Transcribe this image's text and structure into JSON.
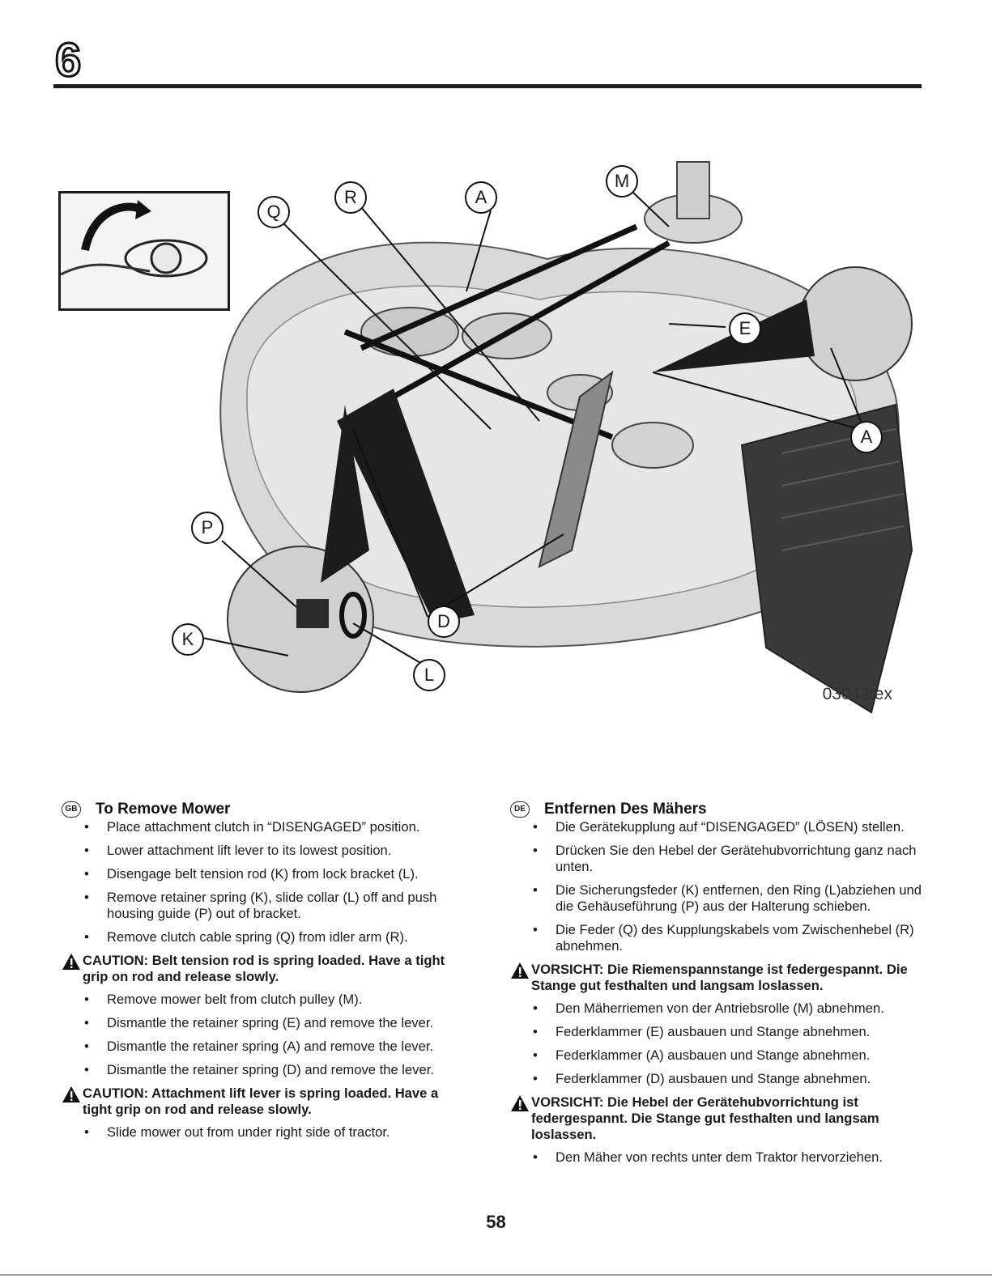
{
  "chapter": "6",
  "figure": {
    "code": "03042tex",
    "callouts": [
      "Q",
      "R",
      "A",
      "M",
      "E",
      "A",
      "P",
      "K",
      "D",
      "L"
    ]
  },
  "left": {
    "lang": "GB",
    "title": "To Remove Mower",
    "bullets1": [
      "Place attachment clutch in “DISENGAGED” position.",
      "Lower attachment lift lever to its lowest position.",
      "Disengage belt tension rod (K) from lock bracket (L).",
      "Remove retainer spring (K), slide collar (L) off and push housing guide (P) out of bracket.",
      "Remove clutch cable spring (Q) from idler arm (R)."
    ],
    "caution1": "CAUTION: Belt tension rod is spring loaded. Have a tight grip on rod and release slowly.",
    "bullets2": [
      "Remove mower belt from clutch pulley (M).",
      "Dismantle the retainer spring (E) and remove the lever.",
      "Dismantle the retainer spring (A) and remove the lever.",
      "Dismantle the retainer spring (D) and remove the lever."
    ],
    "caution2": "CAUTION: Attachment lift lever is spring loaded. Have a tight grip on rod and release slowly.",
    "bullets3": [
      "Slide mower out from under right side of tractor."
    ]
  },
  "right": {
    "lang": "DE",
    "title": "Entfernen Des Mähers",
    "bullets1": [
      "Die Gerätekupplung auf “DISENGAGED” (LÖSEN) stellen.",
      "Drücken Sie den Hebel der Gerätehubvorrichtung ganz nach unten.",
      "Die Sicherungsfeder (K) entfernen, den Ring (L)abziehen und die Gehäuseführung (P) aus der Halterung schieben.",
      "Die Feder (Q) des Kupplungskabels vom Zwischenhebel (R) abnehmen."
    ],
    "caution1": "VORSICHT: Die Riemenspannstange ist federgespannt. Die Stange gut festhalten und langsam loslassen.",
    "bullets2": [
      "Den Mäherriemen von der Antriebsrolle (M) abnehmen.",
      "Federklammer (E) ausbauen und Stange abnehmen.",
      "Federklammer (A) ausbauen und Stange abnehmen.",
      "Federklammer (D) ausbauen und Stange abnehmen."
    ],
    "caution2": "VORSICHT: Die Hebel der Gerätehubvorrichtung ist federgespannt. Die Stange gut festhalten und langsam loslassen.",
    "bullets3": [
      "Den Mäher von rechts unter dem Traktor hervorziehen."
    ]
  },
  "page_number": "58"
}
